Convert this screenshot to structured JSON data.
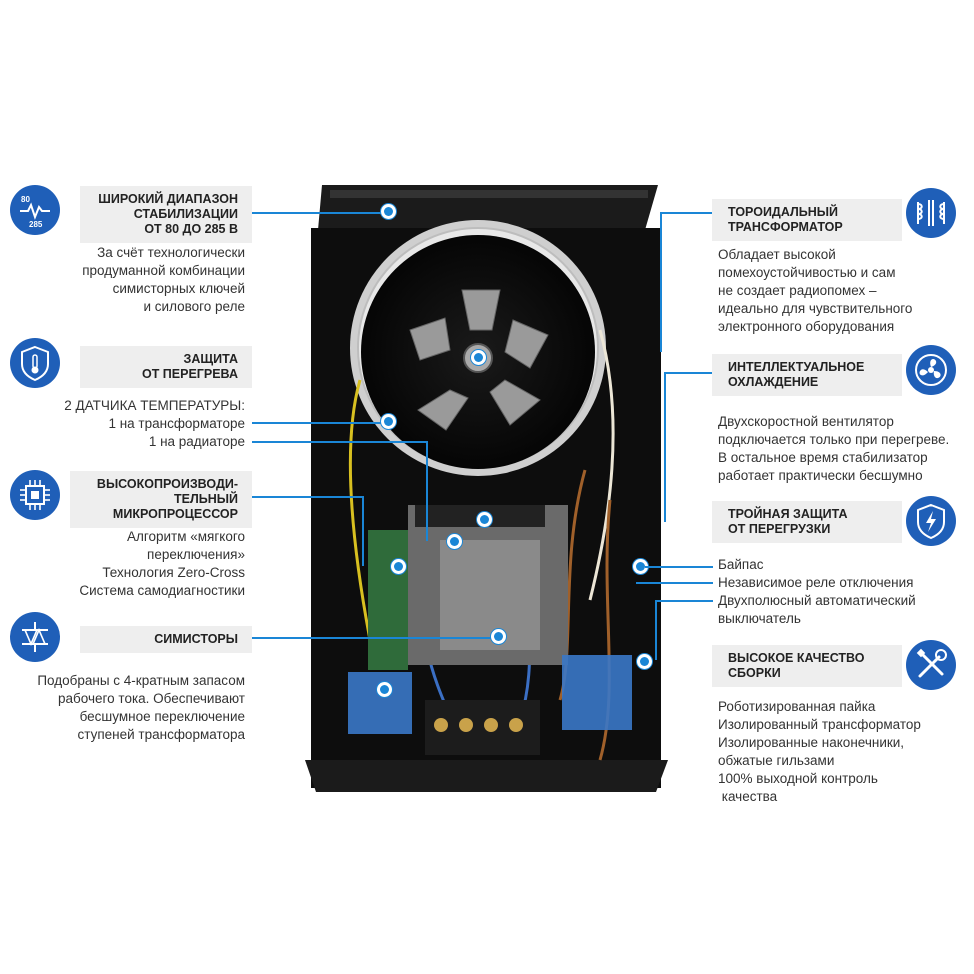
{
  "left_features": [
    {
      "title_lines": [
        "ШИРОКИЙ ДИАПАЗОН",
        "СТАБИЛИЗАЦИИ",
        "ОТ 80 ДО 285 В"
      ],
      "icon": "voltage-range-icon",
      "icon_labels": {
        "top": "80",
        "bottom": "285"
      },
      "desc_lines": [
        "За счёт технологически",
        "продуманной комбинации",
        "симисторных ключей",
        "и силового реле"
      ]
    },
    {
      "title_lines": [
        "ЗАЩИТА",
        "ОТ ПЕРЕГРЕВА"
      ],
      "icon": "thermometer-shield-icon",
      "desc_lines": [
        "2 ДАТЧИКА ТЕМПЕРАТУРЫ:",
        "1 на трансформаторе",
        "1 на радиаторе"
      ]
    },
    {
      "title_lines": [
        "ВЫСОКОПРОИЗВОДИ-",
        "ТЕЛЬНЫЙ",
        "МИКРОПРОЦЕССОР"
      ],
      "icon": "microchip-icon",
      "desc_lines": [
        "Алгоритм «мягкого",
        "переключения»",
        "Технология Zero-Cross",
        "Система самодиагностики"
      ]
    },
    {
      "title_lines": [
        "СИМИСТОРЫ"
      ],
      "icon": "triac-icon",
      "desc_lines": [
        "Подобраны с 4-кратным запасом",
        "рабочего тока. Обеспечивают",
        "бесшумное переключение",
        "ступеней трансформатора"
      ]
    }
  ],
  "right_features": [
    {
      "title_lines": [
        "ТОРОИДАЛЬНЫЙ",
        "ТРАНСФОРМАТОР"
      ],
      "icon": "transformer-icon",
      "desc_lines": [
        "Обладает высокой",
        "помехоустойчивостью и сам",
        "не создает радиопомех –",
        "идеально для чувствительного",
        "электронного оборудования"
      ]
    },
    {
      "title_lines": [
        "ИНТЕЛЛЕКТУАЛЬНОЕ",
        "ОХЛАЖДЕНИЕ"
      ],
      "icon": "fan-icon",
      "desc_lines": [
        "Двухскоростной вентилятор",
        "подключается только при перегреве.",
        "В остальное время стабилизатор",
        "работает практически бесшумно"
      ]
    },
    {
      "title_lines": [
        "ТРОЙНАЯ ЗАЩИТА",
        "ОТ ПЕРЕГРУЗКИ"
      ],
      "icon": "lightning-shield-icon",
      "desc_lines": [
        "Байпас",
        "Независимое реле отключения",
        "Двухполюсный автоматический",
        "выключатель"
      ]
    },
    {
      "title_lines": [
        "ВЫСОКОЕ КАЧЕСТВО",
        "СБОРКИ"
      ],
      "icon": "tools-icon",
      "desc_lines": [
        "Роботизированная пайка",
        "Изолированный трансформатор",
        "Изолированные наконечники,",
        "обжатые гильзами",
        "100% выходной контроль",
        " качества"
      ]
    }
  ],
  "colors": {
    "accent_blue": "#1f5fb8",
    "line_blue": "#1a86d6",
    "pill_gray": "#eeeeee"
  }
}
